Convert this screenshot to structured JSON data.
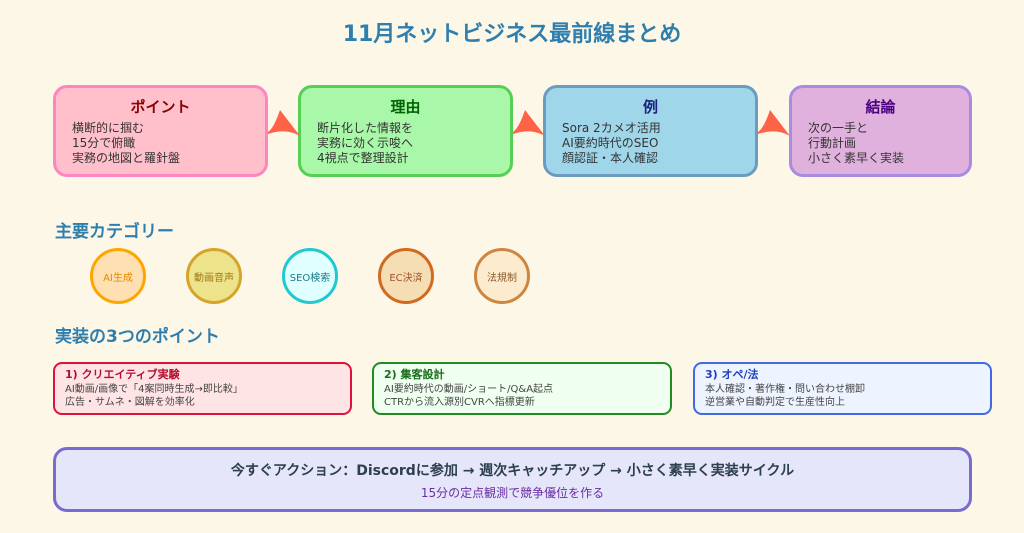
{
  "title": "11月ネットビジネス最前線まとめ",
  "flow": [
    {
      "title": "ポイント",
      "lines": [
        "横断的に掴む",
        "15分で俯瞰",
        "実務の地図と羅針盤"
      ]
    },
    {
      "title": "理由",
      "lines": [
        "断片化した情報を",
        "実務に効く示唆へ",
        "4視点で整理設計"
      ]
    },
    {
      "title": "例",
      "lines": [
        "Sora 2カメオ活用",
        "AI要約時代のSEO",
        "顔認証・本人確認"
      ]
    },
    {
      "title": "結論",
      "lines": [
        "次の一手と",
        "行動計画",
        "小さく素早く実装"
      ]
    }
  ],
  "categories_heading": "主要カテゴリー",
  "categories": [
    "AI生成",
    "動画音声",
    "SEO検索",
    "EC決済",
    "法規制"
  ],
  "points_heading": "実装の3つのポイント",
  "points": [
    {
      "title": "1) クリエイティブ実験",
      "lines": [
        "AI動画/画像で「4案同時生成→即比較」",
        "広告・サムネ・図解を効率化"
      ]
    },
    {
      "title": "2) 集客設計",
      "lines": [
        "AI要約時代の動画/ショート/Q&A起点",
        "CTRから流入源別CVRへ指標更新"
      ]
    },
    {
      "title": "3) オペ/法",
      "lines": [
        "本人確認・著作権・問い合わせ棚卸",
        "逆営業や自動判定で生産性向上"
      ]
    }
  ],
  "action": {
    "main": "今すぐアクション：Discordに参加 → 週次キャッチアップ → 小さく素早く実装サイクル",
    "sub": "15分の定点観測で競争優位を作る"
  }
}
